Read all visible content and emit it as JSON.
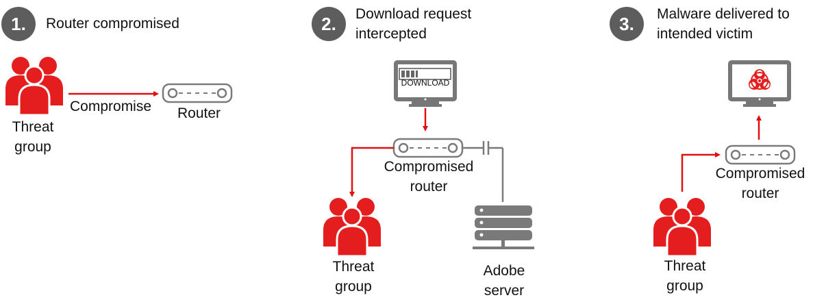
{
  "steps": [
    {
      "number": "1.",
      "title": "Router compromised"
    },
    {
      "number": "2.",
      "title": "Download request\nintercepted"
    },
    {
      "number": "3.",
      "title": "Malware delivered to\nintended victim"
    }
  ],
  "panel1": {
    "threat_line1": "Threat",
    "threat_line2": "group",
    "edge_label": "Compromise",
    "router_label": "Router"
  },
  "panel2": {
    "monitor_text": "DOWNLOAD",
    "router_line1": "Compromised",
    "router_line2": "router",
    "threat_line1": "Threat",
    "threat_line2": "group",
    "server_line1": "Adobe",
    "server_line2": "server"
  },
  "panel3": {
    "router_line1": "Compromised",
    "router_line2": "router",
    "threat_line1": "Threat",
    "threat_line2": "group"
  },
  "colors": {
    "threat_red": "#e41e1e",
    "arrow_red": "#e01010",
    "device_gray": "#777777",
    "step_circle": "#5d5d5d"
  },
  "icons": [
    "threat-group-icon",
    "router-icon",
    "monitor-icon",
    "biohazard-icon",
    "server-icon"
  ]
}
